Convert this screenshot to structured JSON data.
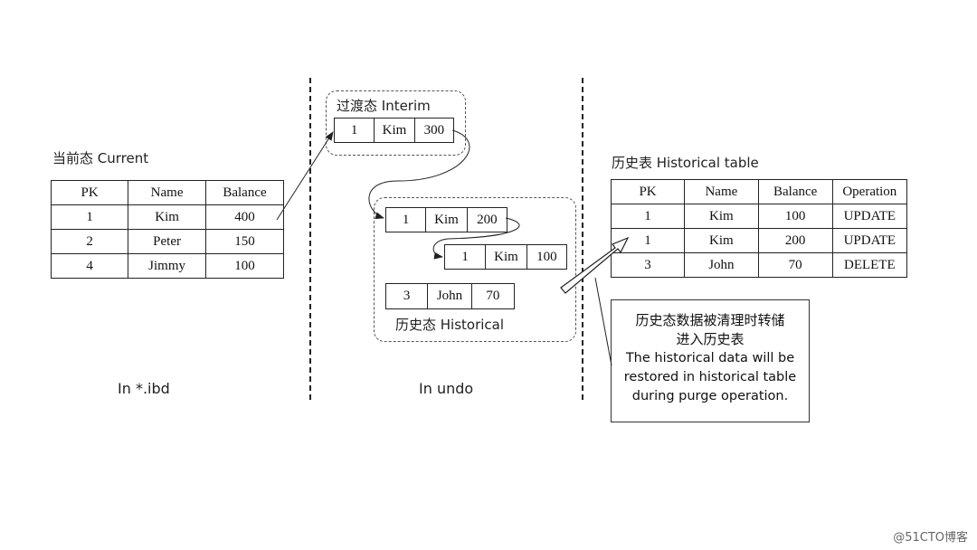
{
  "current": {
    "title": "当前态  Current",
    "headers": [
      "PK",
      "Name",
      "Balance"
    ],
    "rows": [
      [
        "1",
        "Kim",
        "400"
      ],
      [
        "2",
        "Peter",
        "150"
      ],
      [
        "4",
        "Jimmy",
        "100"
      ]
    ],
    "location": "In *.ibd"
  },
  "interim": {
    "title": "过渡态  Interim",
    "row": [
      "1",
      "Kim",
      "300"
    ]
  },
  "historical": {
    "title": "历史态  Historical",
    "row1": [
      "1",
      "Kim",
      "200"
    ],
    "row2": [
      "1",
      "Kim",
      "100"
    ],
    "row3": [
      "3",
      "John",
      "70"
    ],
    "location": "In undo"
  },
  "history_table": {
    "title": "历史表  Historical table",
    "headers": [
      "PK",
      "Name",
      "Balance",
      "Operation"
    ],
    "rows": [
      [
        "1",
        "Kim",
        "100",
        "UPDATE"
      ],
      [
        "1",
        "Kim",
        "200",
        "UPDATE"
      ],
      [
        "3",
        "John",
        "70",
        "DELETE"
      ]
    ]
  },
  "note": {
    "zh_line1": "历史态数据被清理时转储",
    "zh_line2": "进入历史表",
    "en_line1": "The historical data will be",
    "en_line2": "restored in historical table",
    "en_line3": "during purge operation."
  },
  "watermark": "@51CTO博客"
}
